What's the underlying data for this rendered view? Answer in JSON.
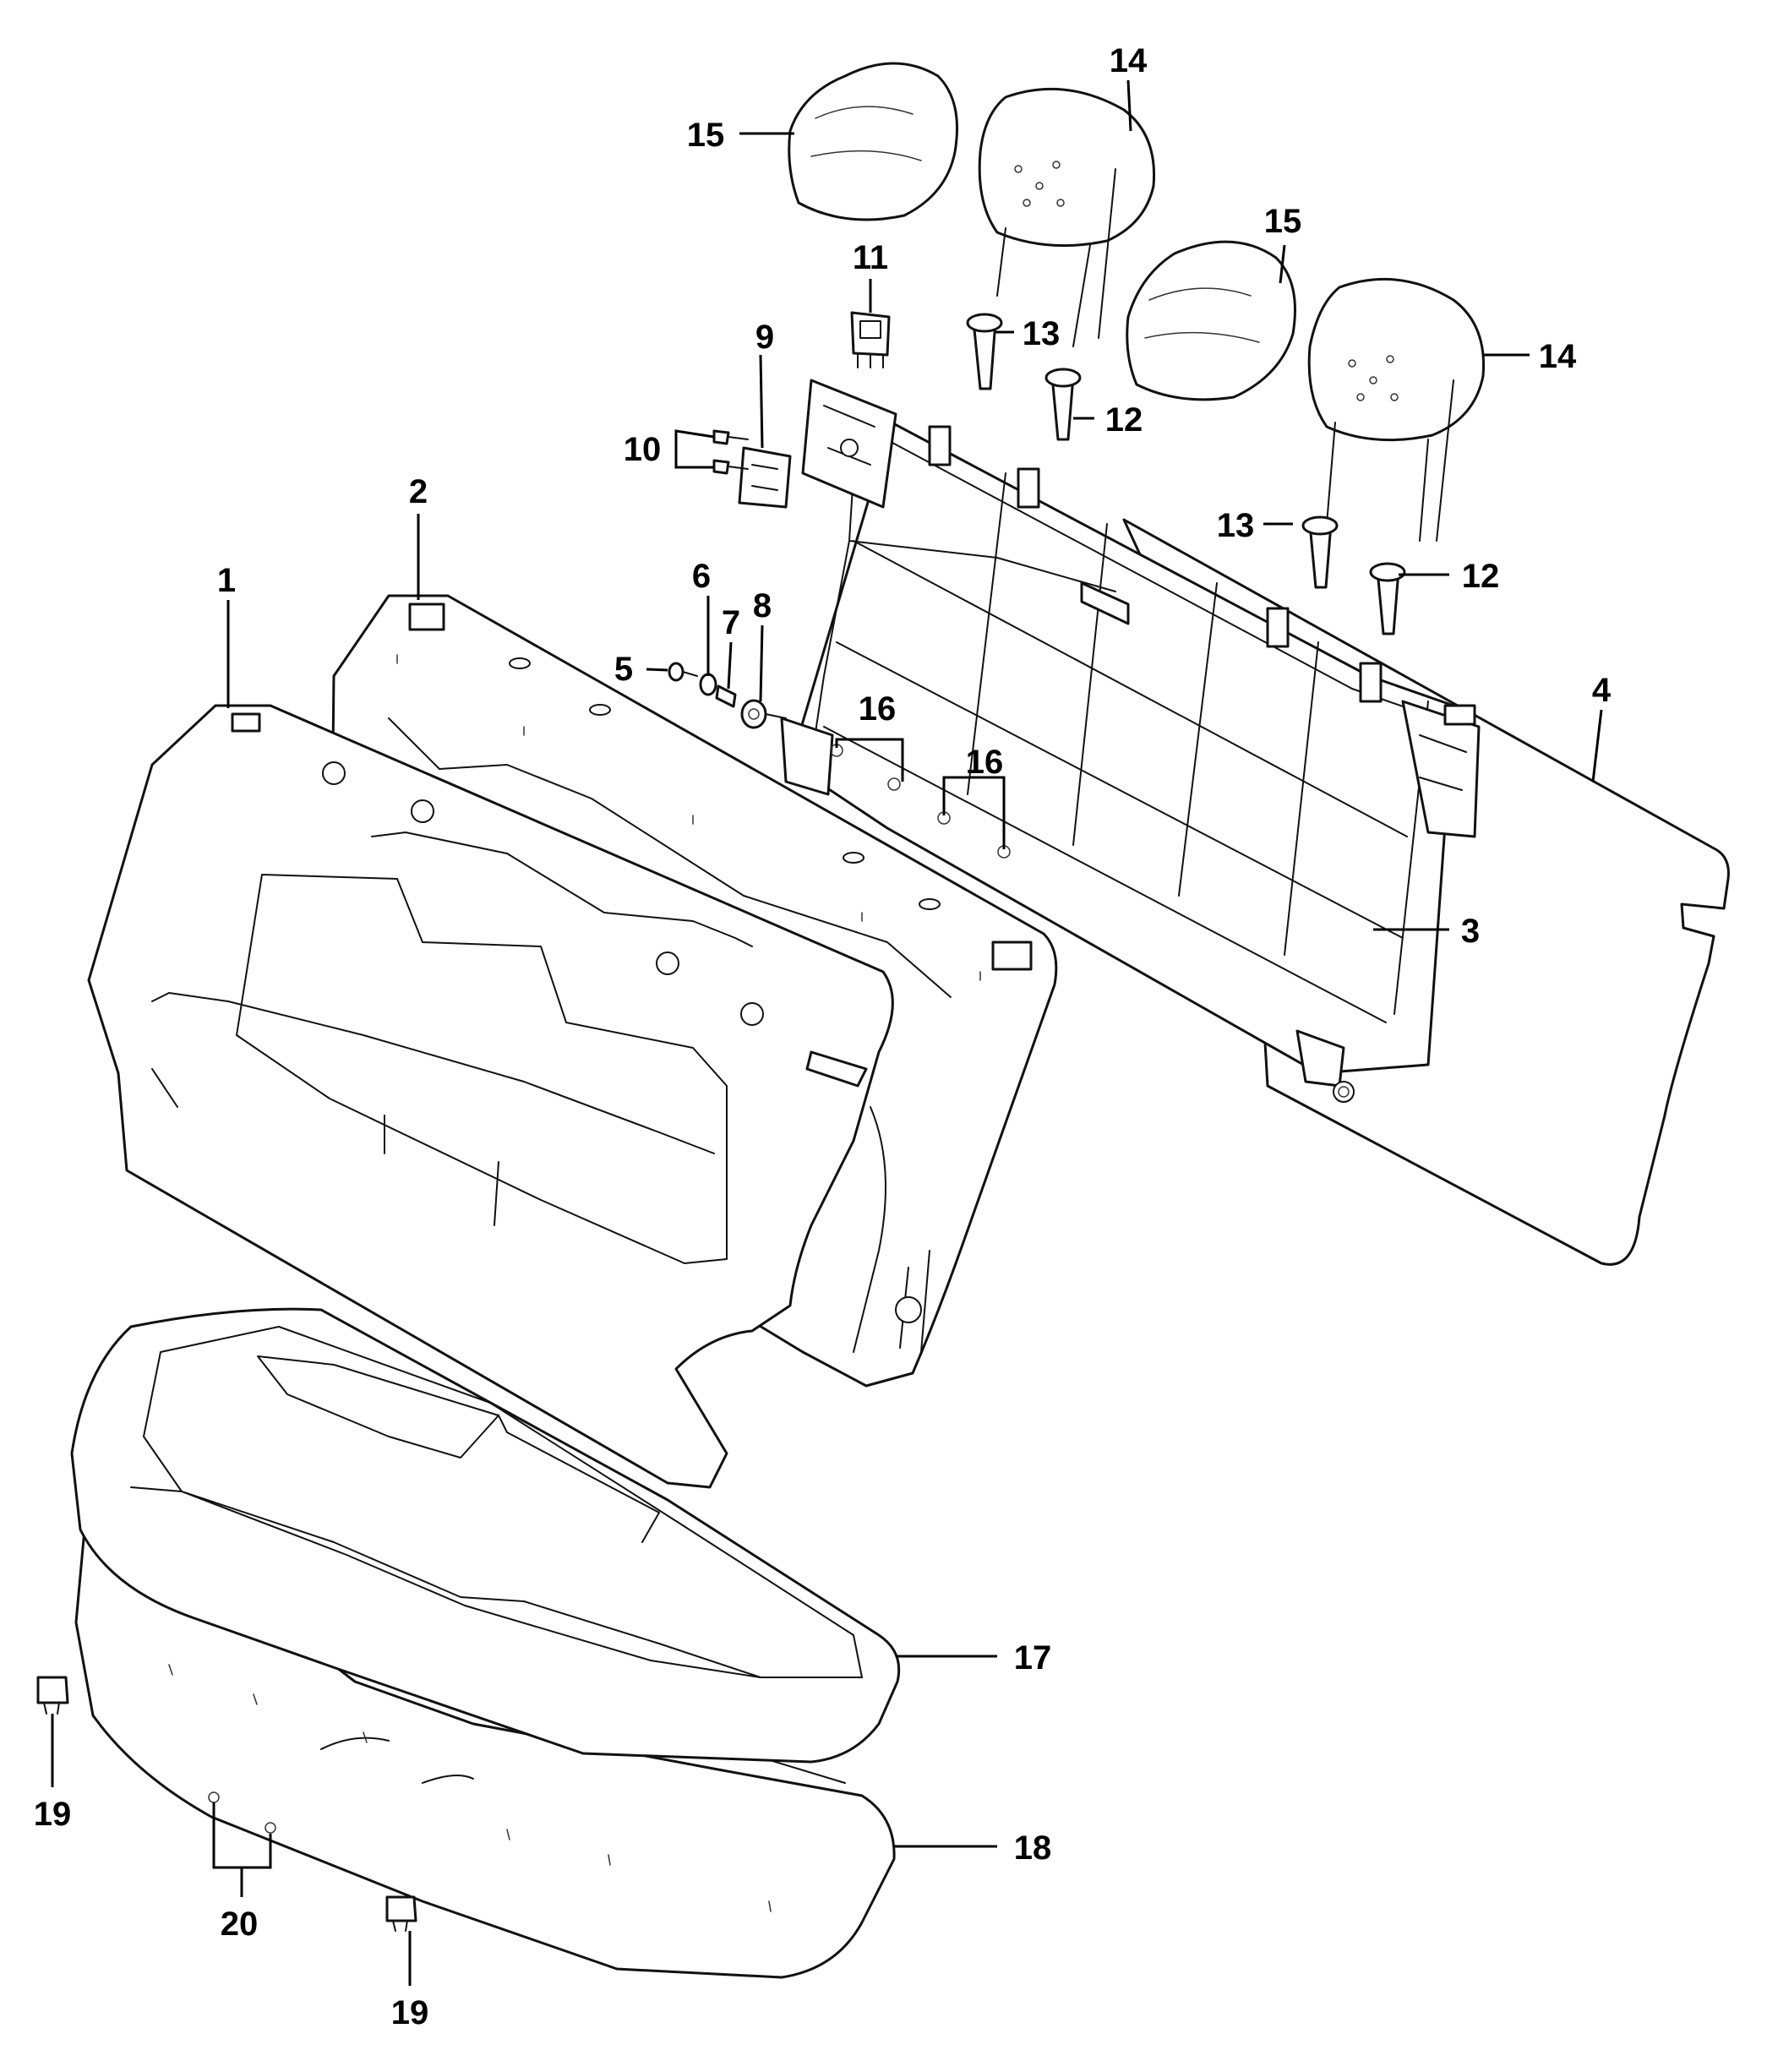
{
  "callouts": {
    "c1": "1",
    "c2": "2",
    "c3": "3",
    "c4": "4",
    "c5": "5",
    "c6": "6",
    "c7": "7",
    "c8": "8",
    "c9": "9",
    "c10": "10",
    "c11": "11",
    "c12a": "12",
    "c12b": "12",
    "c13a": "13",
    "c13b": "13",
    "c14a": "14",
    "c14b": "14",
    "c15a": "15",
    "c15b": "15",
    "c16a": "16",
    "c16b": "16",
    "c17": "17",
    "c18": "18",
    "c19a": "19",
    "c19b": "19",
    "c20": "20"
  },
  "colors": {
    "line": "#111111",
    "background": "#ffffff"
  }
}
